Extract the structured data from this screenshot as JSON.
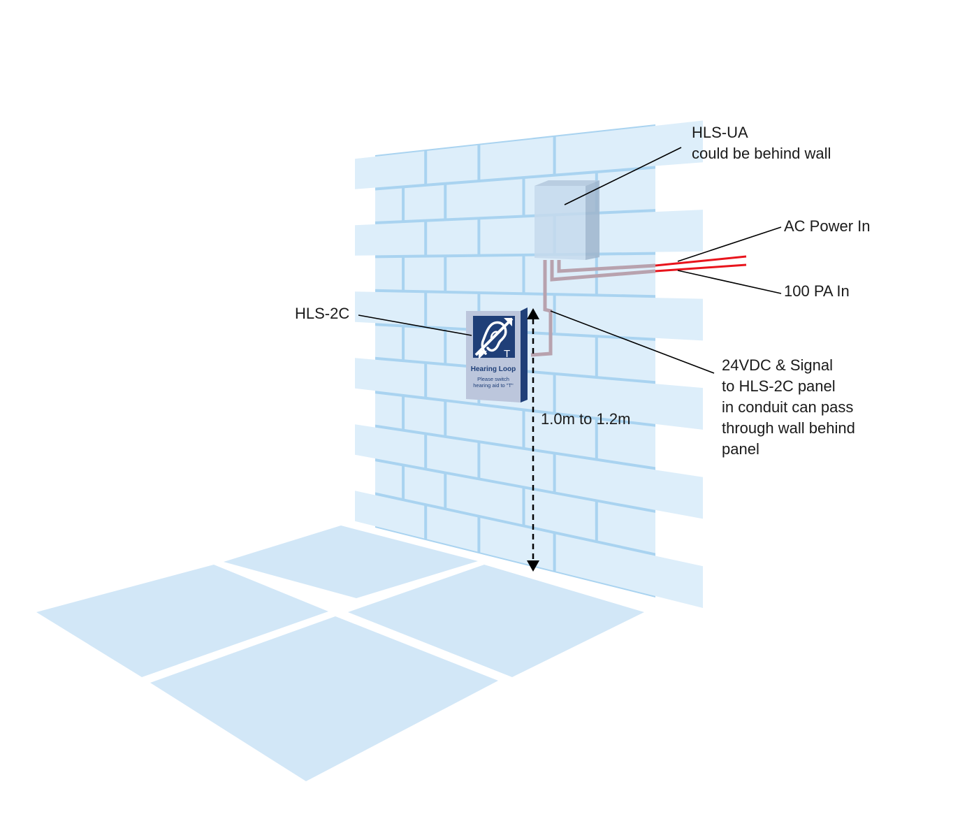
{
  "labels": {
    "hls_ua_line1": "HLS-UA",
    "hls_ua_line2": "could be behind wall",
    "ac_power": "AC Power In",
    "pa_in": "100 PA In",
    "hls_2c": "HLS-2C",
    "conduit_lines": [
      "24VDC & Signal",
      "to HLS-2C panel",
      "in conduit can pass",
      "through wall behind",
      "panel"
    ],
    "height_range": "1.0m to 1.2m"
  },
  "sign": {
    "title": "Hearing Loop",
    "sub_line1": "Please switch",
    "sub_line2": "hearing aid to \"T\"",
    "t_glyph": "T"
  },
  "colors": {
    "wall_brick": "#ddeefa",
    "wall_mortar": "#a9d3f0",
    "floor_tile": "#d2e7f7",
    "cable_red": "#e8141c",
    "conduit": "#b8a2ae",
    "sign_navy": "#1f3f78",
    "sign_face": "#bcc6dc",
    "box_face": "#c6d9ec",
    "box_side": "#9fb5cc"
  }
}
